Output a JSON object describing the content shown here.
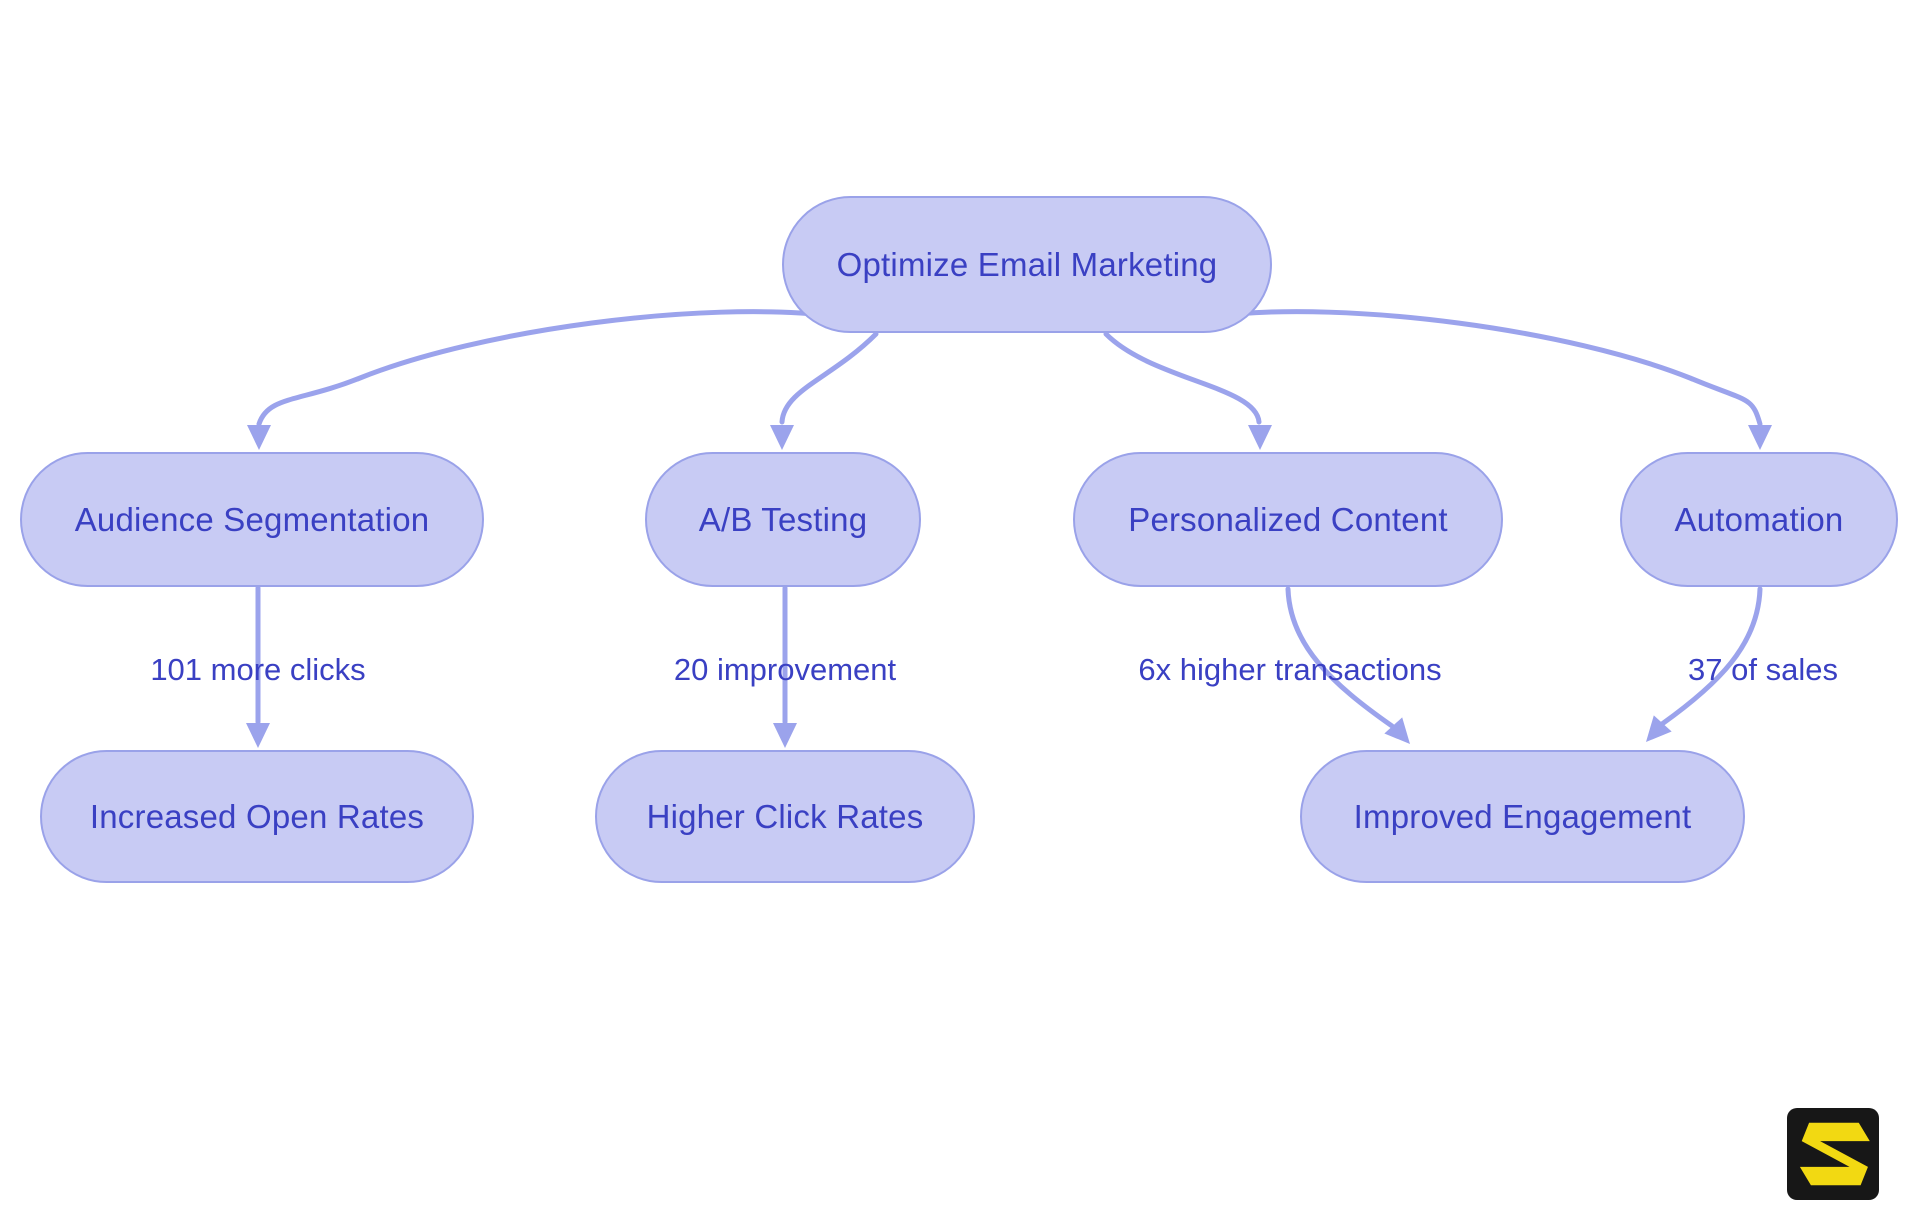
{
  "diagram": {
    "nodes": [
      {
        "id": "root",
        "label": "Optimize Email Marketing"
      },
      {
        "id": "audience-segmentation",
        "label": "Audience Segmentation"
      },
      {
        "id": "ab-testing",
        "label": "A/B Testing"
      },
      {
        "id": "personalized-content",
        "label": "Personalized Content"
      },
      {
        "id": "automation",
        "label": "Automation"
      },
      {
        "id": "increased-open-rates",
        "label": "Increased Open Rates"
      },
      {
        "id": "higher-click-rates",
        "label": "Higher Click Rates"
      },
      {
        "id": "improved-engagement",
        "label": "Improved Engagement"
      }
    ],
    "edges": [
      {
        "from": "root",
        "to": "audience-segmentation",
        "label": ""
      },
      {
        "from": "root",
        "to": "ab-testing",
        "label": ""
      },
      {
        "from": "root",
        "to": "personalized-content",
        "label": ""
      },
      {
        "from": "root",
        "to": "automation",
        "label": ""
      },
      {
        "from": "audience-segmentation",
        "to": "increased-open-rates",
        "label": "101 more clicks"
      },
      {
        "from": "ab-testing",
        "to": "higher-click-rates",
        "label": "20 improvement"
      },
      {
        "from": "personalized-content",
        "to": "improved-engagement",
        "label": "6x higher transactions"
      },
      {
        "from": "automation",
        "to": "improved-engagement",
        "label": "37 of sales"
      }
    ],
    "colors": {
      "background": "#ffffff",
      "node_fill": "#c8cbf4",
      "node_border": "#9aa2e9",
      "edge_stroke": "#9ba3ec",
      "text": "#3a40c3",
      "logo_background": "#171717",
      "logo_glyph": "#f2d912"
    },
    "logo": {
      "icon": "s-logo-icon"
    }
  }
}
